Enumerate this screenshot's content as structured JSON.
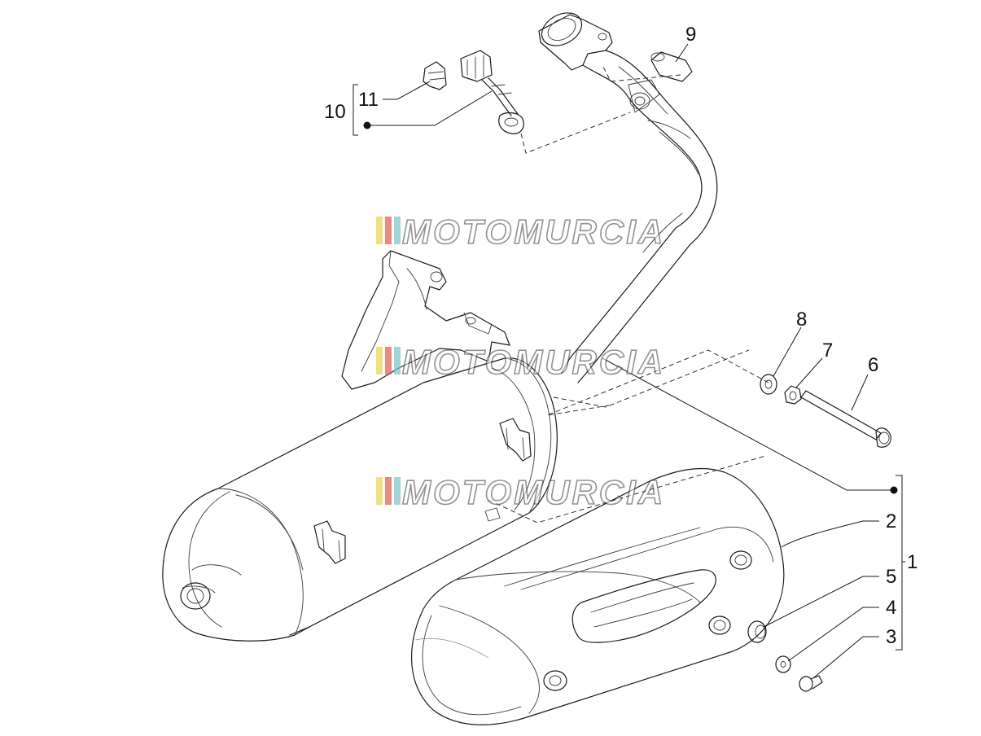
{
  "diagram": {
    "callouts": {
      "c1": "1",
      "c2": "2",
      "c3": "3",
      "c4": "4",
      "c5": "5",
      "c6": "6",
      "c7": "7",
      "c8": "8",
      "c9": "9",
      "c10": "10",
      "c11": "11"
    },
    "watermark": "MOTOMURCIA",
    "watermark_colors": [
      "#e8d44d",
      "#e25a4a",
      "#7cc2c8"
    ],
    "line_color": "#1a1a1a"
  }
}
